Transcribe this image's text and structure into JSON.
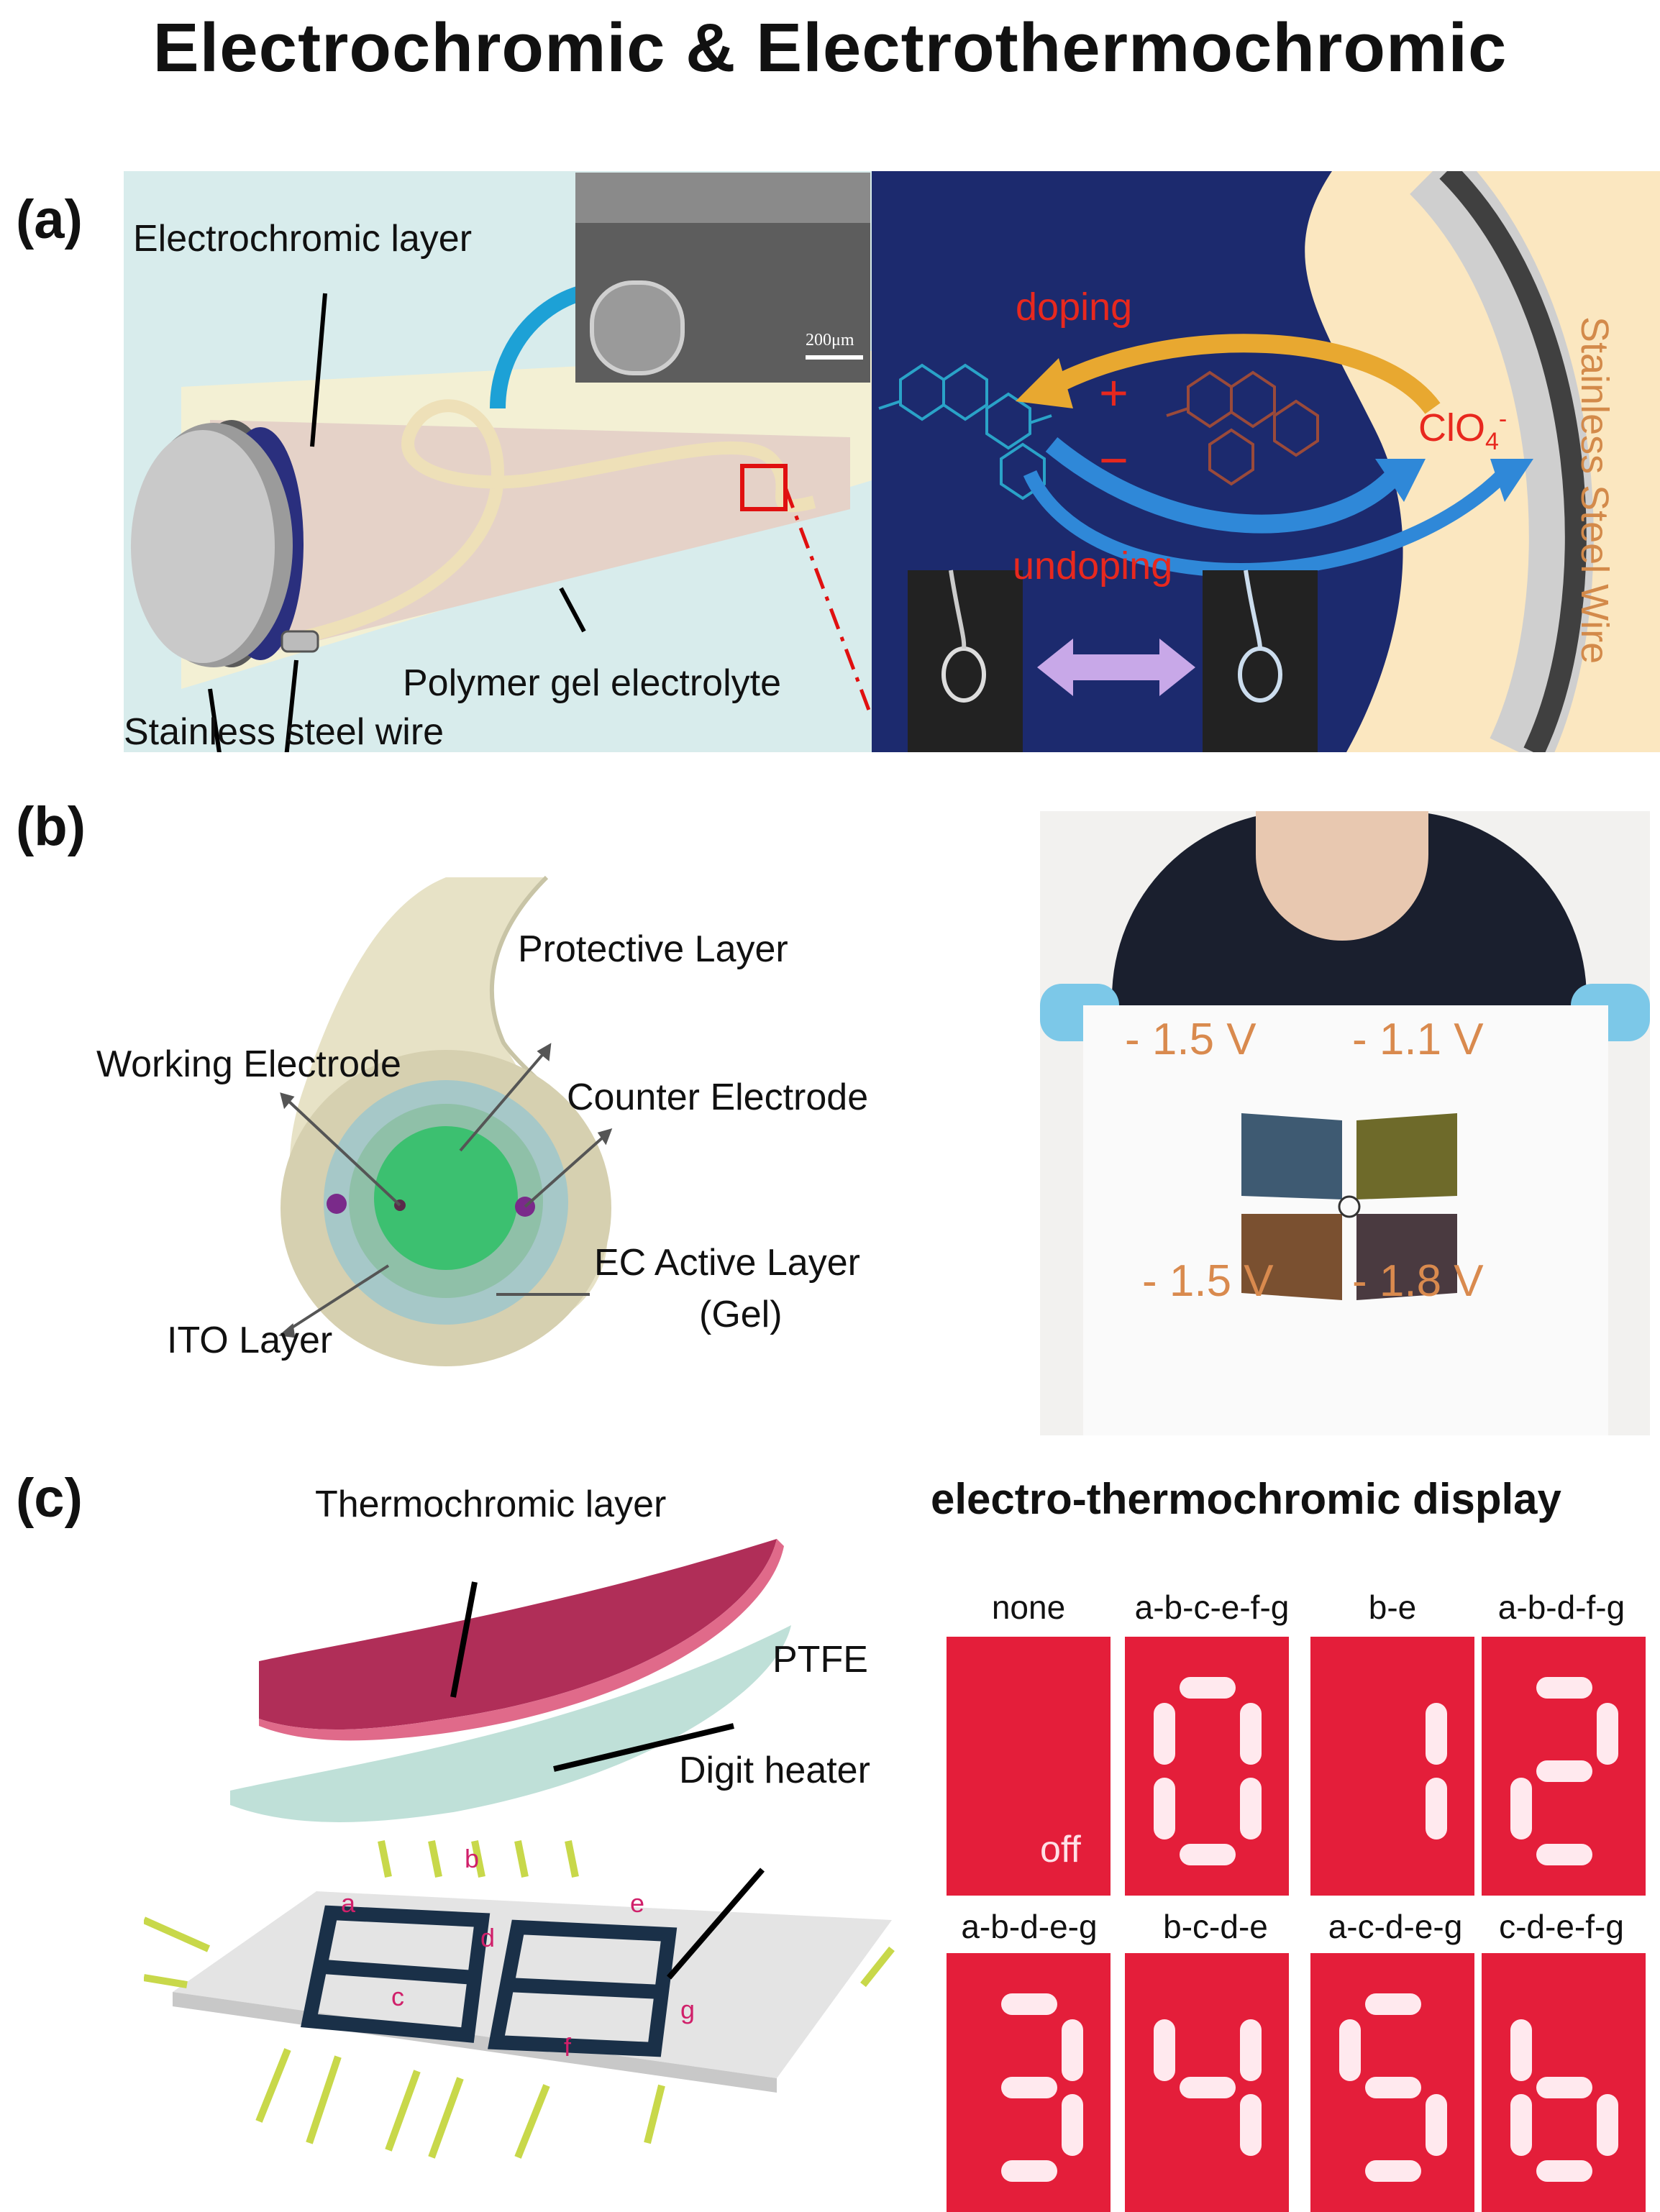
{
  "title": "Electrochromic & Electrothermochromic",
  "panel_a": {
    "label": "(a)",
    "electrochromic_layer": "Electrochromic layer",
    "polymer_gel": "Polymer gel electrolyte",
    "stainless_steel": "Stainless steel wire",
    "scale_bar": "200μm",
    "doping": "doping",
    "undoping": "undoping",
    "plus": "+",
    "minus": "−",
    "ion": "ClO",
    "ion_sub": "4",
    "ion_sup": "-",
    "stainless_vertical": "Stainless Steel Wire"
  },
  "panel_b": {
    "label": "(b)",
    "protective": "Protective Layer",
    "working": "Working Electrode",
    "counter": "Counter Electrode",
    "ec_active": "EC Active Layer",
    "gel": "(Gel)",
    "ito": "ITO Layer",
    "voltages": [
      "- 1.5 V",
      "- 1.1 V",
      "- 1.5 V",
      "- 1.8 V"
    ]
  },
  "panel_c": {
    "label": "(c)",
    "thermochromic": "Thermochromic layer",
    "ptfe": "PTFE",
    "digit_heater": "Digit heater",
    "segment_letters": [
      "a",
      "b",
      "c",
      "d",
      "e",
      "f",
      "g"
    ],
    "display_title": "electro-thermochromic display",
    "off": "off",
    "row1": [
      "none",
      "a-b-c-e-f-g",
      "b-e",
      "a-b-d-f-g"
    ],
    "row2": [
      "a-b-d-e-g",
      "b-c-d-e",
      "a-c-d-e-g",
      "c-d-e-f-g"
    ]
  },
  "colors": {
    "digit_red": "#e41e3a",
    "label_red": "#e8281e",
    "voltage_orange": "#d98a4e",
    "navy": "#1c2a6e",
    "cream": "#fbe7c0"
  }
}
